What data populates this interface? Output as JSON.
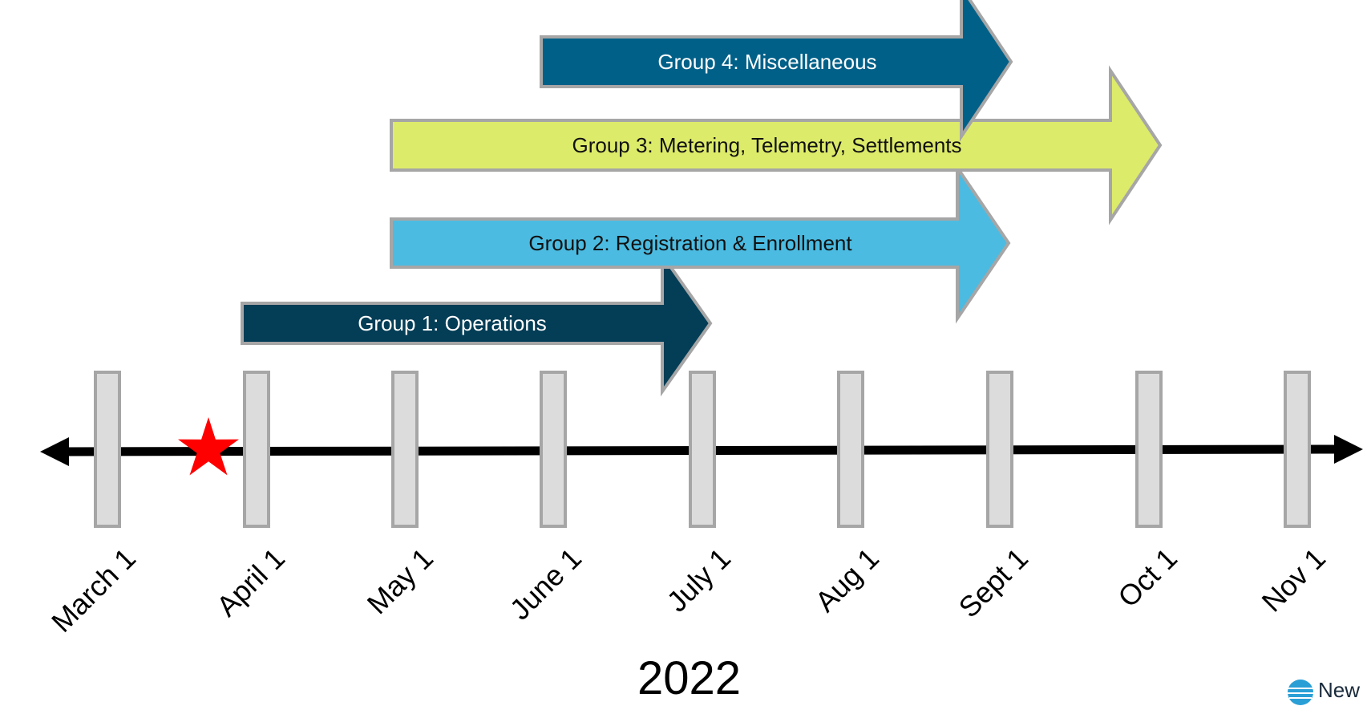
{
  "groups": [
    {
      "label": "Group 1: Operations",
      "start": "April 1",
      "end": "July 1",
      "color": "#033d56",
      "text_color": "#ffffff"
    },
    {
      "label": "Group 2: Registration & Enrollment",
      "start": "May 1",
      "end": "Sept 1",
      "color": "#4bbbe1",
      "text_color": "#111111"
    },
    {
      "label": "Group 3: Metering, Telemetry, Settlements",
      "start": "May 1",
      "end": "Oct 1",
      "color": "#ddeb6a",
      "text_color": "#111111"
    },
    {
      "label": "Group 4: Miscellaneous",
      "start": "June 1",
      "end": "Sept 1",
      "color": "#006088",
      "text_color": "#ffffff"
    }
  ],
  "months": [
    "March 1",
    "April 1",
    "May 1",
    "June 1",
    "July 1",
    "Aug 1",
    "Sept 1",
    "Oct 1",
    "Nov 1"
  ],
  "marker": {
    "position": "before April 1",
    "color": "#ff0000",
    "icon": "star-icon"
  },
  "year": "2022",
  "logo": {
    "text": "New",
    "icon": "globe-icon"
  }
}
